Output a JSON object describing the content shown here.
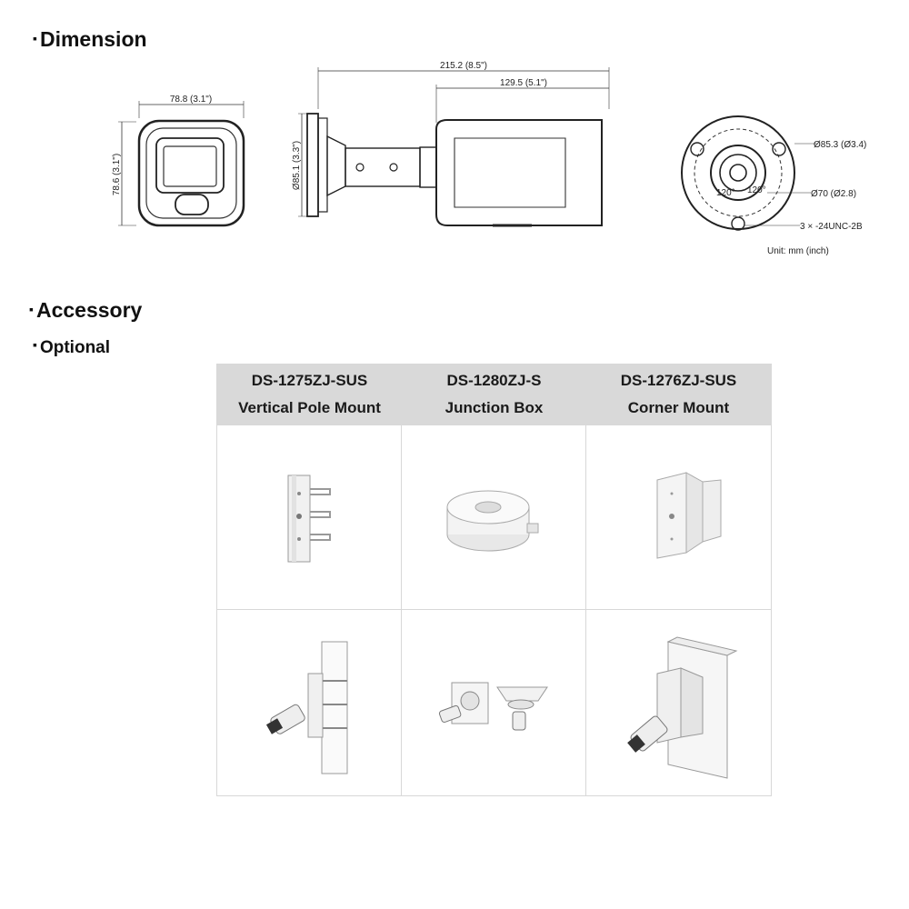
{
  "sections": {
    "dimension_title": "Dimension",
    "accessory_title": "Accessory",
    "optional_title": "Optional",
    "bullet": "▪"
  },
  "dimensions": {
    "front_width": "78.8 (3.1\")",
    "front_height": "78.6 (3.1\")",
    "side_height": "Ø85.1 (3.3\")",
    "total_length": "215.2 (8.5\")",
    "body_length": "129.5 (5.1\")",
    "base_outer": "Ø85.3 (Ø3.4)",
    "base_inner": "Ø70 (Ø2.8)",
    "screw_spec": "3 × -24UNC-2B",
    "angle_1": "120°",
    "angle_2": "120°",
    "unit_note": "Unit: mm (inch)"
  },
  "accessories": [
    {
      "code": "DS-1275ZJ-SUS",
      "name": "Vertical Pole Mount",
      "icon": "vertical-pole-mount"
    },
    {
      "code": "DS-1280ZJ-S",
      "name": "Junction Box",
      "icon": "junction-box"
    },
    {
      "code": "DS-1276ZJ-SUS",
      "name": "Corner Mount",
      "icon": "corner-mount"
    }
  ]
}
